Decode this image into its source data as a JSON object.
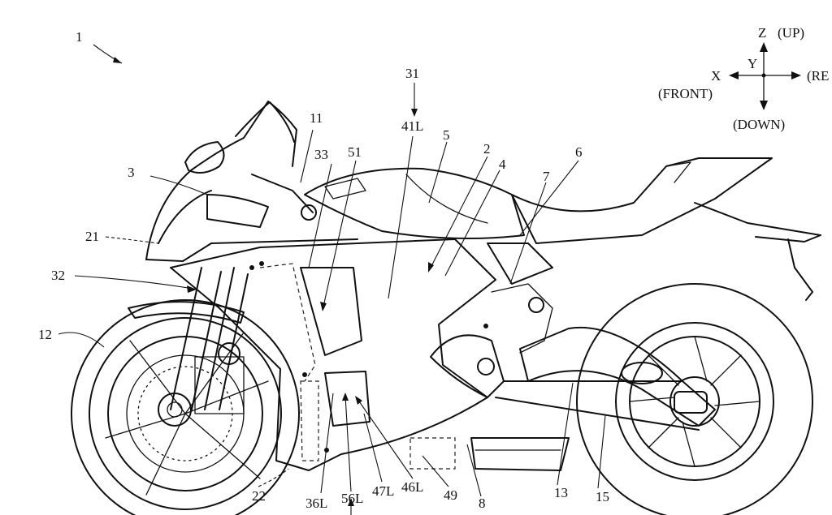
{
  "figure_number": "1",
  "axes": {
    "z_label": "Z",
    "z_dir": "(UP)",
    "y_label": "Y",
    "x_label": "X",
    "x_front": "(FRONT)",
    "x_rear": "(RE",
    "down": "(DOWN)"
  },
  "refs": {
    "r31": "31",
    "r41L": "41L",
    "r11": "11",
    "r5": "5",
    "r33": "33",
    "r51": "51",
    "r2": "2",
    "r6": "6",
    "r3": "3",
    "r4": "4",
    "r7": "7",
    "r21": "21",
    "r32": "32",
    "r12": "12",
    "r22": "22",
    "r36L": "36L",
    "r56L": "56L",
    "r47L": "47L",
    "r46L": "46L",
    "r49": "49",
    "r8": "8",
    "r13": "13",
    "r15": "15"
  }
}
